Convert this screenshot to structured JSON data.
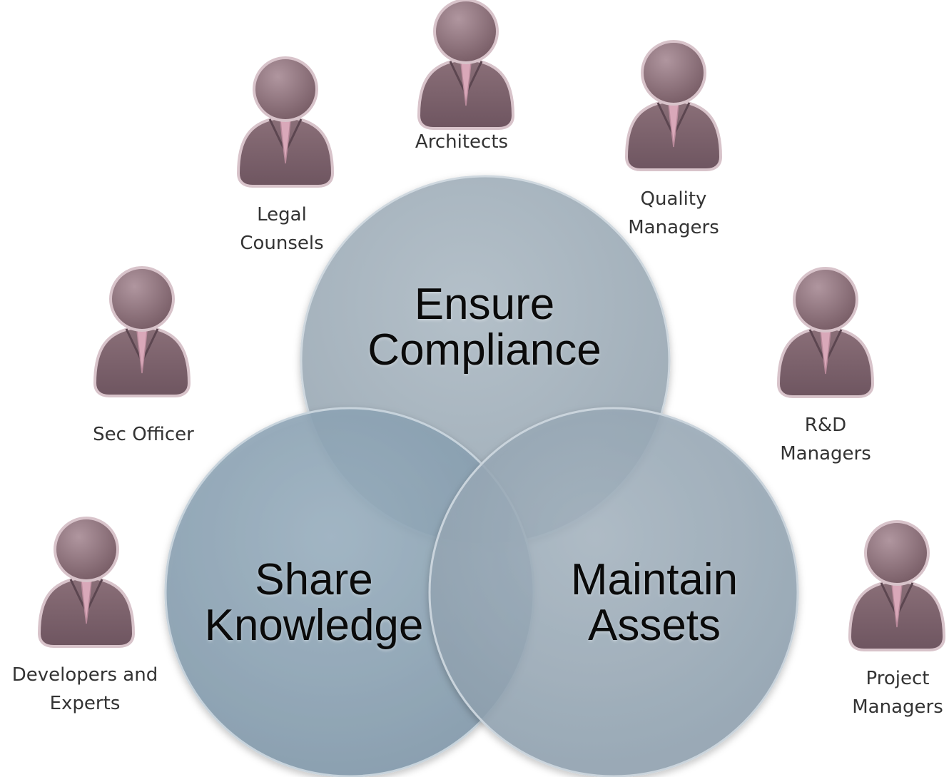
{
  "circles": {
    "compliance": {
      "line1": "Ensure",
      "line2": "Compliance"
    },
    "knowledge": {
      "line1": "Share",
      "line2": "Knowledge"
    },
    "assets": {
      "line1": "Maintain",
      "line2": "Assets"
    }
  },
  "roles": {
    "architects": {
      "line1": "Architects"
    },
    "legal": {
      "line1": "Legal",
      "line2": "Counsels"
    },
    "quality": {
      "line1": "Quality",
      "line2": "Managers"
    },
    "sec": {
      "line1": "Sec Officer"
    },
    "rnd": {
      "line1": "R&D",
      "line2": "Managers"
    },
    "developers": {
      "line1": "Developers and",
      "line2": "Experts"
    },
    "project": {
      "line1": "Project",
      "line2": "Managers"
    }
  },
  "colors": {
    "circle_top": "#a9b6c0",
    "circle_left": "#8fa6b7",
    "circle_right": "#9aabb7",
    "circle_border": "#c5d0d8",
    "person_fill": "#8a6f78",
    "person_border": "#c9b3ba",
    "tie": "#d6a9b8"
  }
}
